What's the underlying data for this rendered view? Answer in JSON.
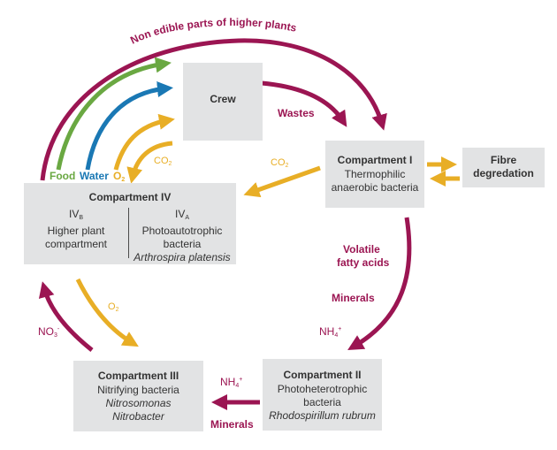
{
  "crew": {
    "title": "Crew"
  },
  "compartment_1": {
    "title": "Compartment I",
    "lines": [
      "Thermophilic",
      "anaerobic bacteria"
    ]
  },
  "fibre": {
    "title_lines": [
      "Fibre",
      "degredation"
    ]
  },
  "compartment_4": {
    "title": "Compartment IV",
    "left": {
      "code": "IV",
      "code_sub": "B",
      "lines": [
        "Higher plant",
        "compartment"
      ]
    },
    "right": {
      "code": "IV",
      "code_sub": "A",
      "lines": [
        "Photoautotrophic",
        "bacteria"
      ],
      "italic": "Arthrospira platensis"
    }
  },
  "compartment_3": {
    "title": "Compartment III",
    "line": "Nitrifying bacteria",
    "italic": [
      "Nitrosomonas",
      "Nitrobacter"
    ]
  },
  "compartment_2": {
    "title": "Compartment II",
    "lines": [
      "Photoheterotrophic",
      "bacteria"
    ],
    "italic": "Rhodospirillum rubrum"
  },
  "labels": {
    "non_edible": "Non edible parts of higher plants",
    "wastes": "Wastes",
    "food": "Food",
    "water": "Water",
    "o2_top": {
      "base": "O",
      "sub": "2"
    },
    "co2_top": {
      "base": "CO",
      "sub": "2"
    },
    "co2_mid": {
      "base": "CO",
      "sub": "2"
    },
    "vfa_line1": "Volatile",
    "vfa_line2": "fatty acids",
    "minerals_right": "Minerals",
    "nh4_right": {
      "base": "NH",
      "sub": "4",
      "sup": "+"
    },
    "nh4_bottom": {
      "base": "NH",
      "sub": "4",
      "sup": "+"
    },
    "minerals_bottom": "Minerals",
    "o2_left": {
      "base": "O",
      "sub": "2"
    },
    "no3": {
      "base": "NO",
      "sub": "3",
      "sup": "-"
    }
  },
  "colors": {
    "maroon": "#9b1552",
    "gold": "#e8ae26",
    "green": "#6aa842",
    "blue": "#1a78b4",
    "box": "#e2e3e4",
    "text": "#333333"
  }
}
